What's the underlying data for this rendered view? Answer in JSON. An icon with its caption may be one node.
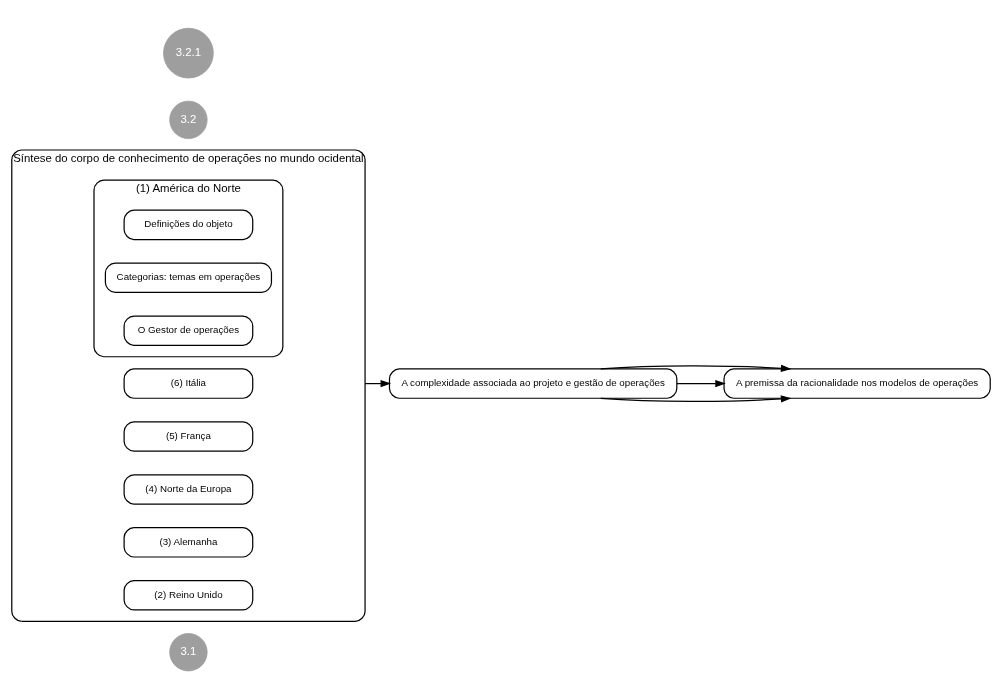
{
  "diagram": {
    "nodes": [
      {
        "text": [
          "3.1"
        ]
      },
      {
        "text": [
          "Síntese do corpo de conhecimento de operações no mundo ocidental"
        ]
      },
      {
        "text": [
          "(6) Itália"
        ],
        "in": 1
      },
      {
        "text": [
          "(5) França"
        ],
        "in": 1
      },
      {
        "text": [
          "(4) Norte da Europa"
        ],
        "in": 1
      },
      {
        "text": [
          "(3) Alemanha"
        ],
        "in": 1
      },
      {
        "text": [
          "(2) Reino Unido"
        ],
        "in": 1
      },
      {
        "text": [
          "(1) América do Norte"
        ],
        "in": 1
      },
      {
        "text": [
          "Definições do objeto"
        ],
        "in": 7
      },
      {
        "text": [
          "Categorias: temas em operações"
        ],
        "in": 7
      },
      {
        "text": [
          "O Gestor de operações"
        ],
        "in": 7
      },
      {
        "text": [
          "3.2"
        ]
      },
      {
        "text": [
          "A complexidade associada ao projeto e gestão de operações"
        ]
      },
      {
        "text": [
          "3.2.1"
        ]
      },
      {
        "text": [
          "A premissa da racionalidade nos modelos de operações"
        ]
      }
    ],
    "edges": [
      {
        "from": 1,
        "to": 12,
        "arrow": "to"
      },
      {
        "from": 12,
        "to": 14,
        "arrow": "to"
      },
      {
        "from": 12,
        "to": 14,
        "arrow": "to"
      },
      {
        "from": 12,
        "to": 14,
        "arrow": "to"
      }
    ]
  }
}
